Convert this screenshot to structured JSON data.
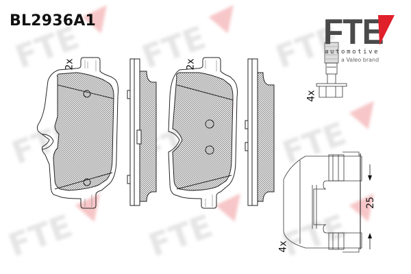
{
  "product": {
    "part_number": "BL2936A1"
  },
  "brand": {
    "logo_text": "FTE",
    "subtitle": "automotive",
    "tagline": "a Valeo brand",
    "accent_color": "#e0202a",
    "logo_color": "#4a4a4a"
  },
  "watermark": {
    "text": "FTE",
    "color": "#cfcfcf",
    "accent_color": "#f2a0a4"
  },
  "components": [
    {
      "name": "outer-brake-pad",
      "quantity_label": "2x",
      "view": "front-and-side"
    },
    {
      "name": "inner-brake-pad",
      "quantity_label": "2x",
      "view": "front-and-side"
    },
    {
      "name": "guide-bolt",
      "quantity_label": "4x"
    },
    {
      "name": "anti-rattle-clip",
      "quantity_label": "4x",
      "dimension": "25"
    }
  ],
  "labels": {
    "pad1_qty": "2x",
    "pad2_qty": "2x",
    "bolt_qty": "4x",
    "clip_qty": "4x",
    "clip_dimension": "25"
  }
}
